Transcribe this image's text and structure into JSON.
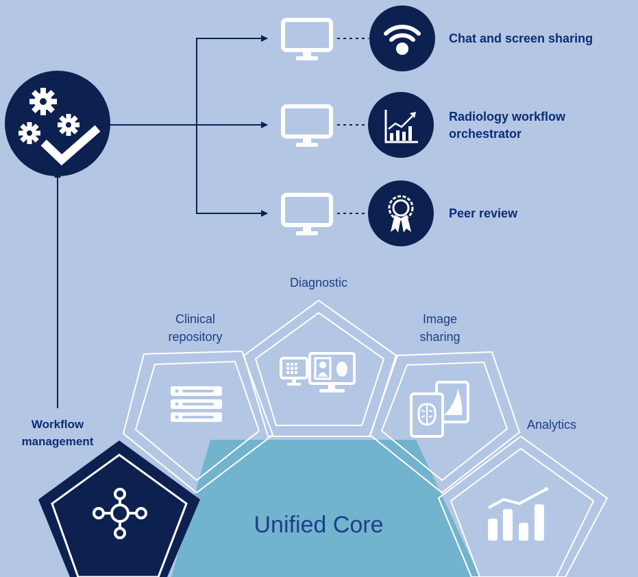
{
  "colors": {
    "background": "#b3c6e4",
    "navy": "#0d2150",
    "core_fill": "#72b3cd",
    "outline": "#ffffff",
    "label_text": "#0b2d74"
  },
  "services": [
    {
      "label": "Chat and screen sharing",
      "icon": "wifi-icon"
    },
    {
      "label_line1": "Radiology workflow",
      "label_line2": "orchestrator",
      "icon": "chart-growth-icon"
    },
    {
      "label": "Peer review",
      "icon": "award-ribbon-icon"
    }
  ],
  "hub": {
    "icon": "gears-check-icon"
  },
  "modules": {
    "diagnostic": {
      "label": "Diagnostic",
      "icon": "workstation-icon"
    },
    "clinical_repository": {
      "line1": "Clinical",
      "line2": "repository",
      "icon": "server-icon"
    },
    "image_sharing": {
      "line1": "Image",
      "line2": "sharing",
      "icon": "brain-image-icon"
    },
    "analytics": {
      "label": "Analytics",
      "icon": "analytics-chart-icon"
    },
    "workflow_management": {
      "line1": "Workflow",
      "line2": "management",
      "icon": "hub-network-icon"
    },
    "core": {
      "label": "Unified Core"
    }
  }
}
